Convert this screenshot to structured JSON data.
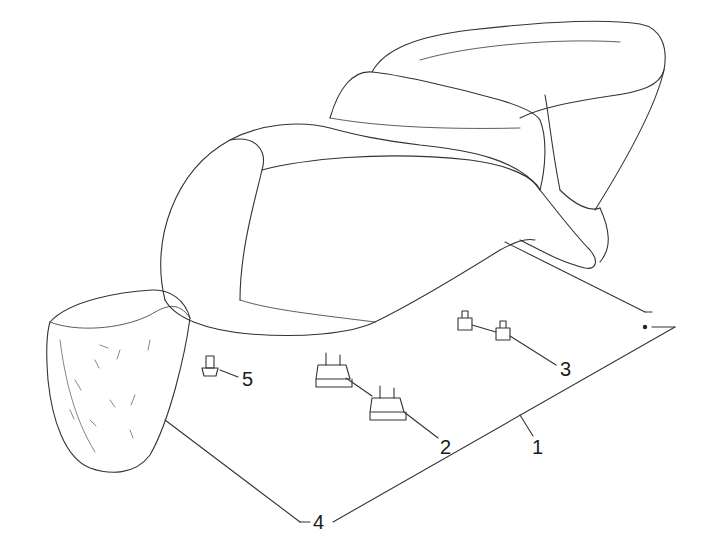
{
  "diagram": {
    "labels": [
      "3",
      "5",
      "2",
      "1",
      "4"
    ]
  }
}
